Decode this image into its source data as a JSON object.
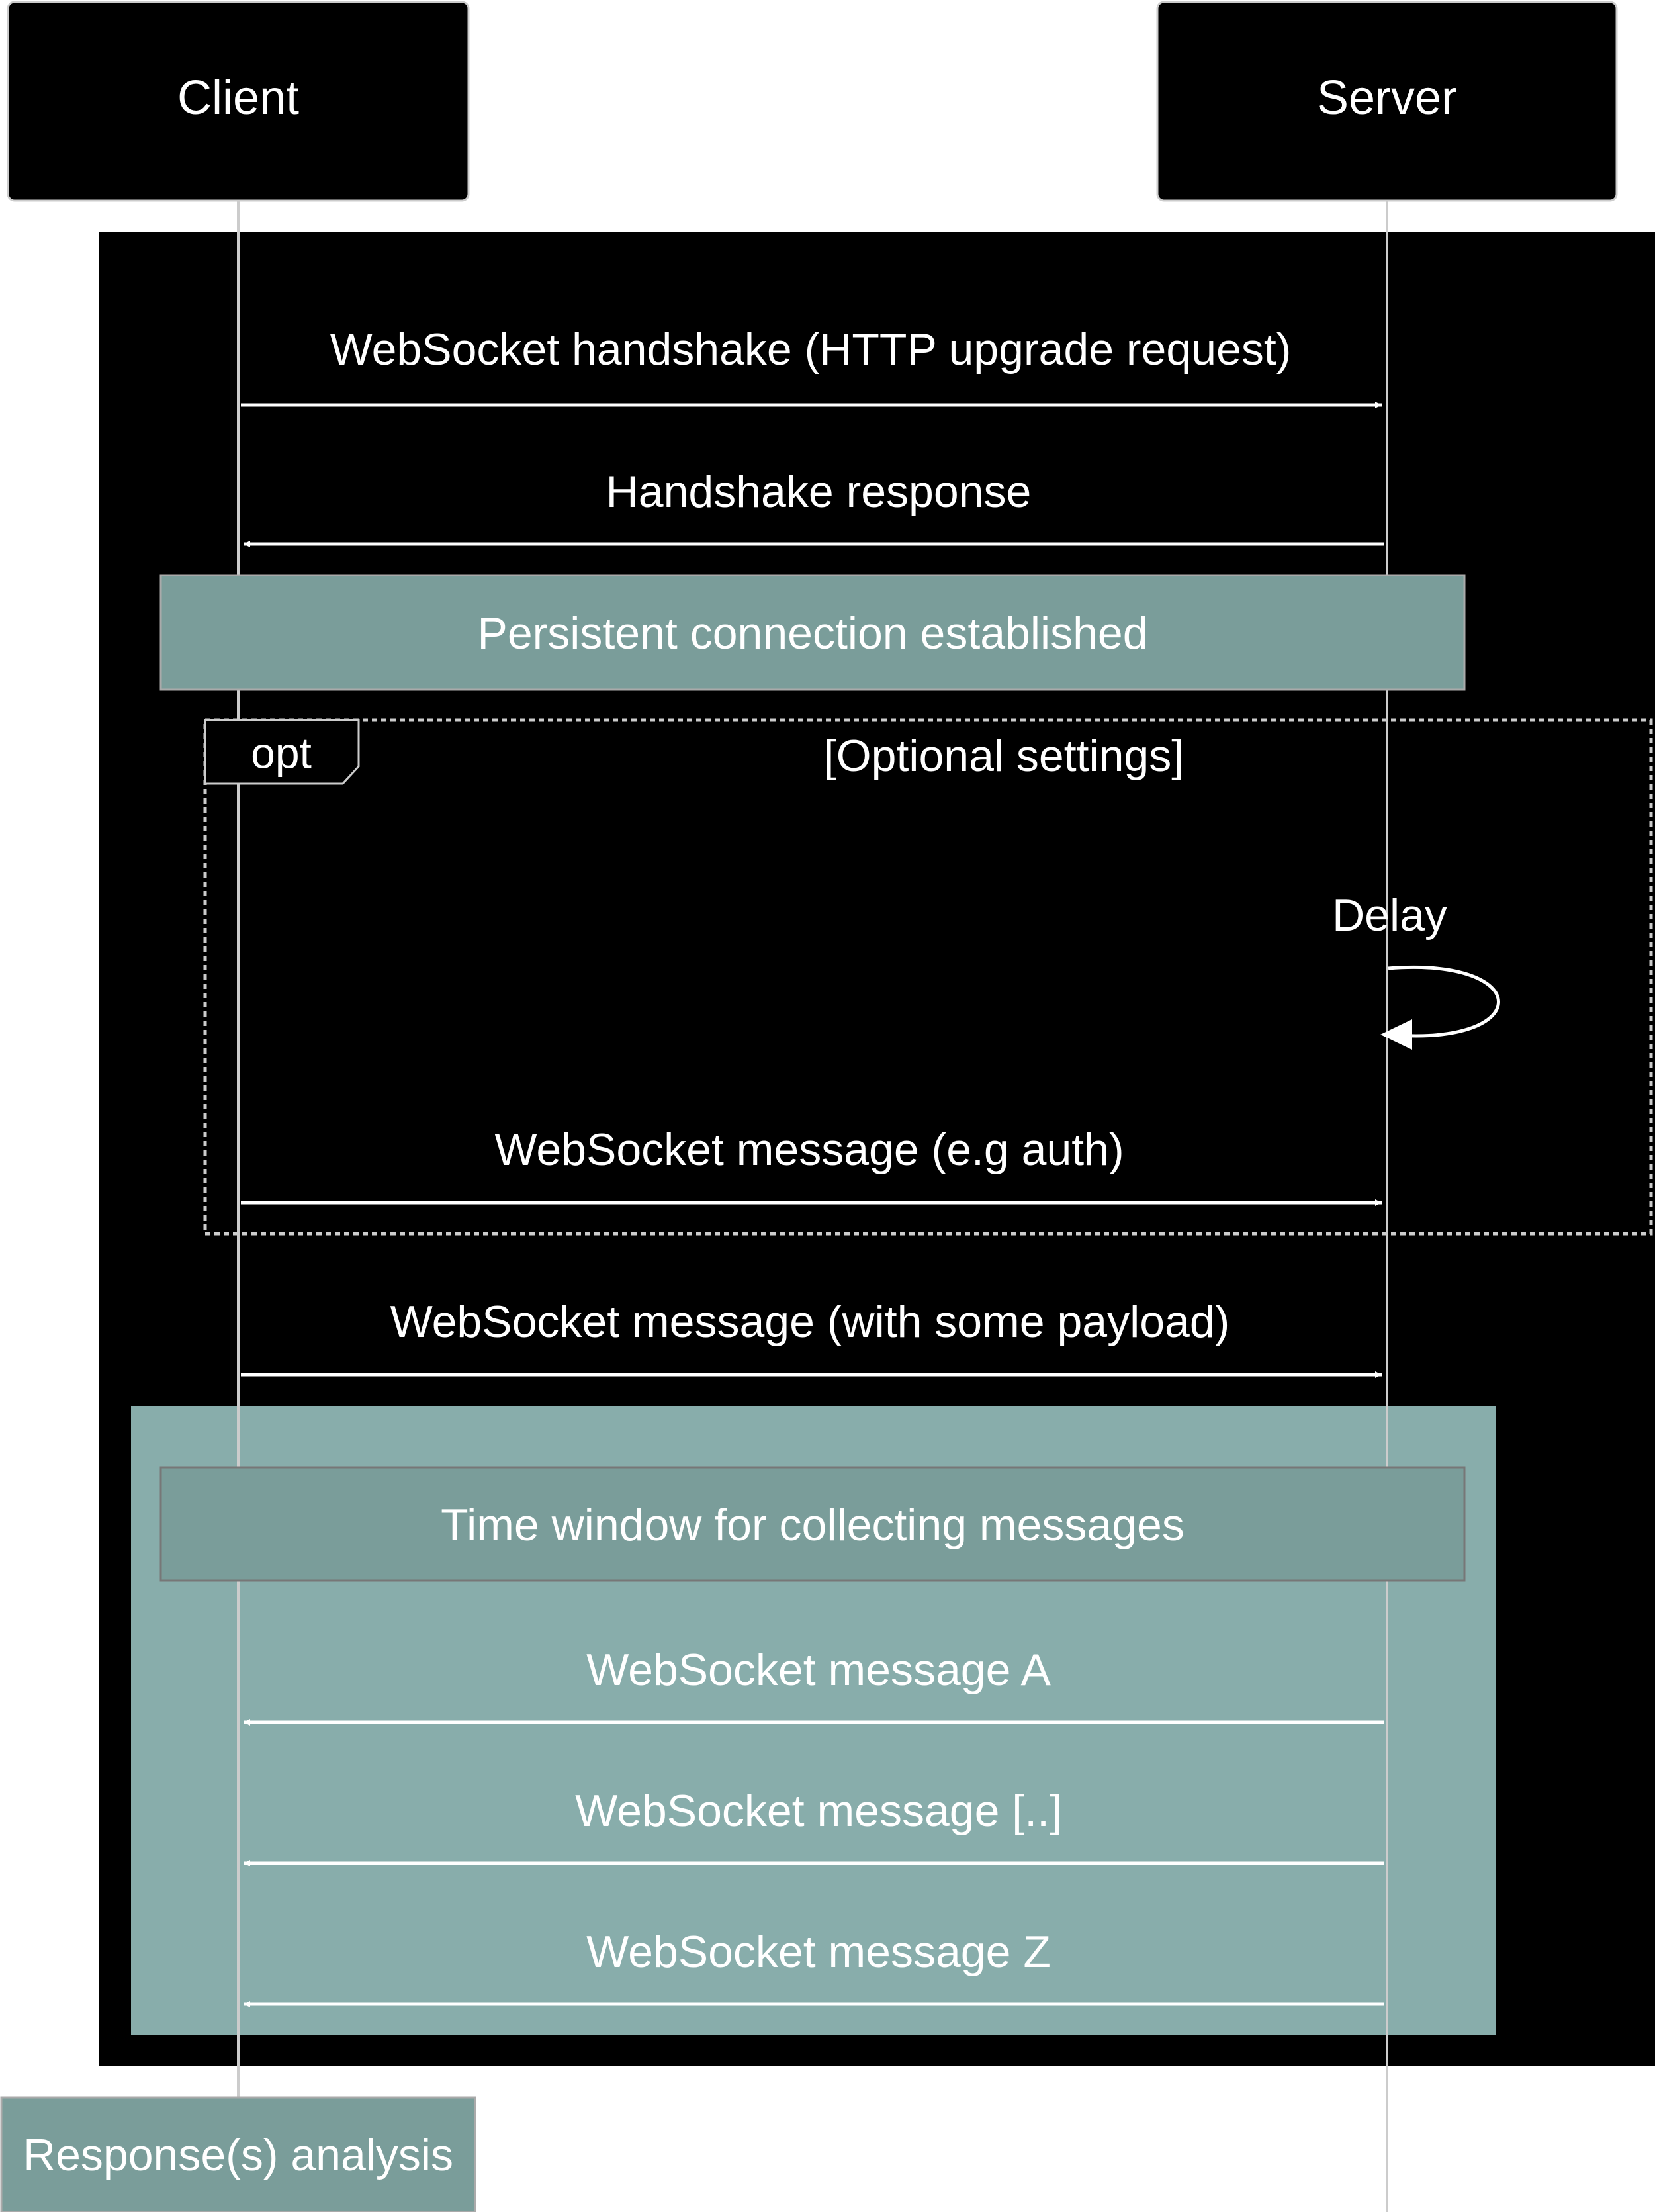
{
  "participants": {
    "client": "Client",
    "server": "Server"
  },
  "messages": {
    "handshake": "WebSocket handshake (HTTP upgrade request)",
    "handshake_response": "Handshake response",
    "auth_message": "WebSocket message (e.g auth)",
    "payload_message": "WebSocket message (with some payload)",
    "message_a": "WebSocket message A",
    "message_mid": "WebSocket message [..]",
    "message_z": "WebSocket message Z"
  },
  "self_message": {
    "delay": "Delay"
  },
  "notes": {
    "persistent": "Persistent connection established",
    "time_window": "Time window for collecting messages"
  },
  "opt_fragment": {
    "keyword": "opt",
    "condition": "[Optional settings]"
  },
  "footer": {
    "analysis": "Response(s) analysis"
  },
  "colors": {
    "background_block": "#000000",
    "note_fill": "#7a9d9a",
    "window_fill": "#88adab",
    "arrow": "#ffffff",
    "lifeline": "#cccccc"
  }
}
